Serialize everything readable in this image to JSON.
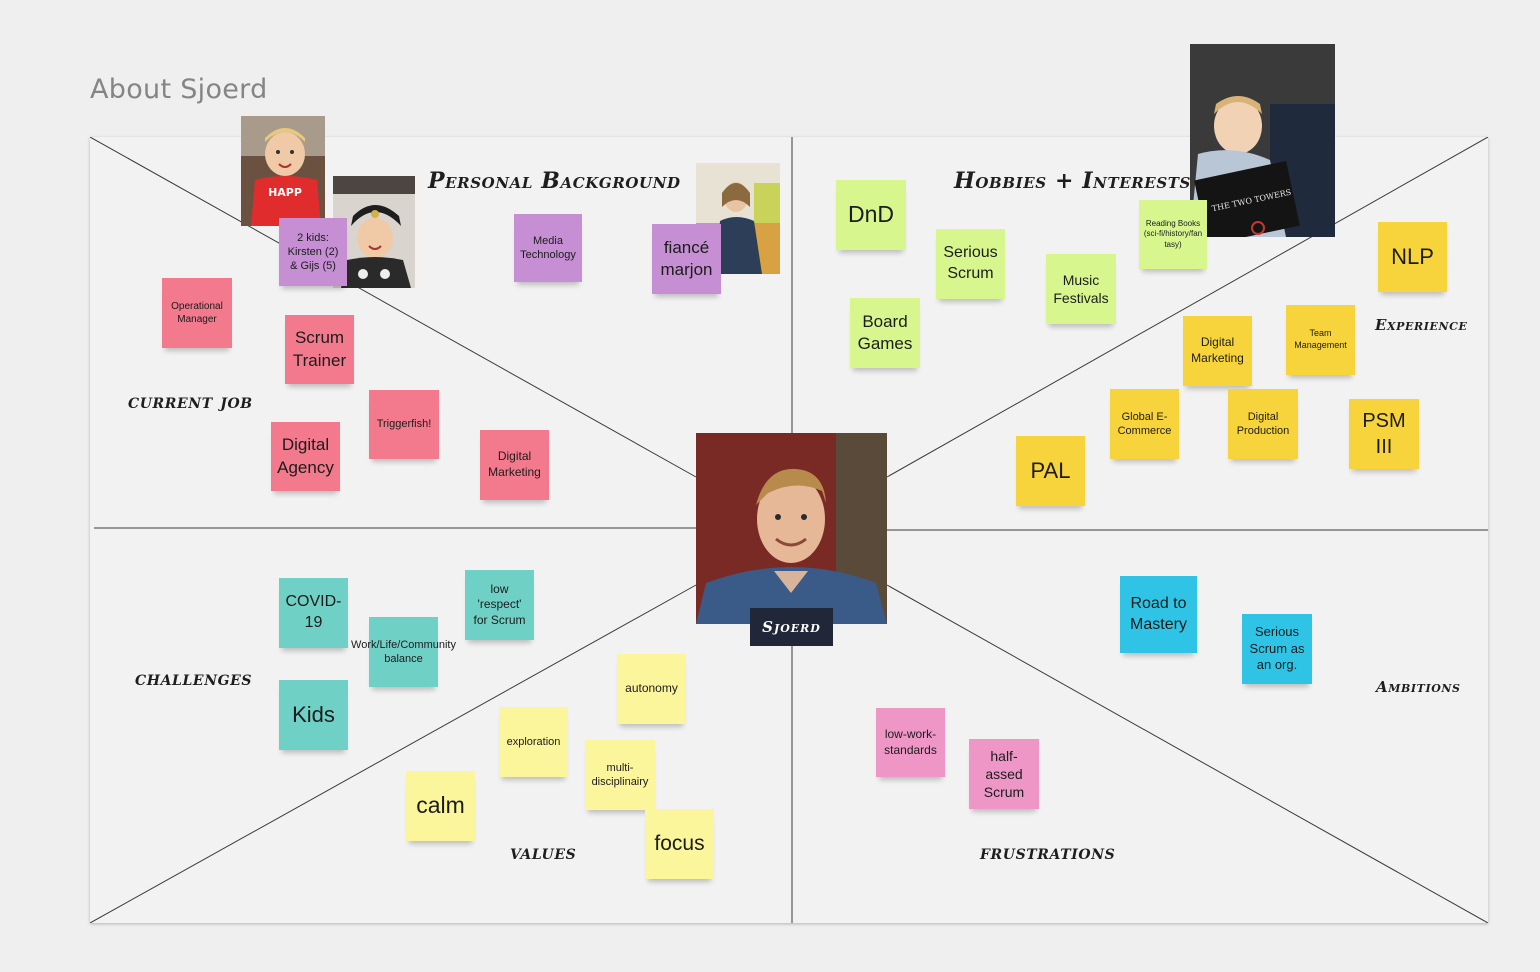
{
  "frame": {
    "title": "About Sjoerd"
  },
  "center": {
    "name": "Sjoerd"
  },
  "labels": {
    "personal_background": "Personal Background",
    "hobbies": "Hobbies + Interests",
    "experience": "Experience",
    "current_job": "current job",
    "challenges": "challenges",
    "ambitions": "Ambitions",
    "values": "values",
    "frustrations": "frustrations"
  },
  "stickies": {
    "kids": "2 kids: Kirsten (2) & Gijs (5)",
    "media_technology": "Media Technology",
    "fiance": "fiancé marjon",
    "operational_manager": "Operational Manager",
    "scrum_trainer": "Scrum Trainer",
    "triggerfish": "Triggerfish!",
    "digital_agency": "Digital Agency",
    "digital_marketing_job": "Digital Marketing",
    "dnd": "DnD",
    "serious_scrum_hobby": "Serious Scrum",
    "music_festivals": "Music Festivals",
    "reading_books": "Reading Books (sci-fi/history/fantasy)",
    "board_games": "Board Games",
    "nlp": "NLP",
    "digital_marketing_exp": "Digital Marketing",
    "team_management": "Team Management",
    "global_ecommerce": "Global E-Commerce",
    "digital_production": "Digital Production",
    "psm_iii": "PSM III",
    "pal": "PAL",
    "covid": "COVID-19",
    "work_life": "Work/Life/Community balance",
    "low_respect": "low 'respect' for Scrum",
    "kids_challenge": "Kids",
    "road_to_mastery": "Road to Mastery",
    "serious_scrum_org": "Serious Scrum as an org.",
    "autonomy": "autonomy",
    "exploration": "exploration",
    "multidisciplinairy": "multi-disciplinairy",
    "calm": "calm",
    "focus": "focus",
    "low_work_standards": "low-work-standards",
    "half_assed_scrum": "half-assed Scrum"
  },
  "photos": {
    "daughter": "HAPP",
    "book_title": "THE TWO TOWERS"
  },
  "colors": {
    "pink": "#f27a8c",
    "purple": "#c68fd4",
    "green": "#d7f78e",
    "yellow": "#f8d43c",
    "cyan": "#2fc4e6",
    "teal": "#6fd0c6",
    "pale_yellow": "#fbf59c",
    "magenta": "#ee97c7",
    "name_tag": "#1f2738"
  }
}
